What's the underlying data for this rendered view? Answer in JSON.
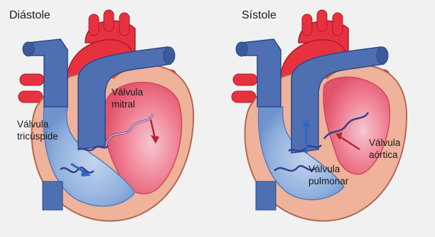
{
  "panels": [
    {
      "title": "Diástole",
      "labels": [
        {
          "line1": "Válvula",
          "line2": "mitral"
        },
        {
          "line1": "Válvula",
          "line2": "tricúspide"
        }
      ]
    },
    {
      "title": "Sístole",
      "labels": [
        {
          "line1": "Válvula",
          "line2": "aórtica"
        },
        {
          "line1": "Válvula",
          "line2": "pulmonar"
        }
      ]
    }
  ],
  "colors": {
    "background": "#f1f1f1",
    "oxygenated_red": "#e8313f",
    "deoxygenated_blue": "#4f6fb3",
    "myocardium_pink": "#efb29b",
    "chamber_blue": "#8fb0dd",
    "chamber_pink": "#f07c91",
    "arrow_blue": "#2f67c2",
    "arrow_red": "#b42637"
  }
}
